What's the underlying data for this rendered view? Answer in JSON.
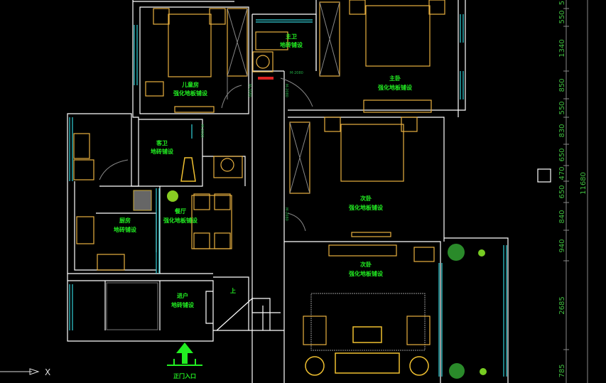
{
  "rooms": {
    "kids_room": {
      "name": "儿童房",
      "floor": "强化地板铺设"
    },
    "master_bath": {
      "name": "主卫",
      "floor": "地砖铺设"
    },
    "master_bedroom": {
      "name": "主卧",
      "floor": "强化地板铺设"
    },
    "guest_bath": {
      "name": "客卫",
      "floor": "地砖铺设"
    },
    "kitchen": {
      "name": "厨房",
      "floor": "地砖铺设"
    },
    "dining": {
      "name": "餐厅",
      "floor": "强化地板铺设"
    },
    "second_bedroom": {
      "name": "次卧",
      "floor": "强化地板铺设"
    },
    "living_room": {
      "name": "次卧",
      "floor": "强化地板铺设"
    },
    "entry": {
      "name": "进户",
      "floor": "地砖铺设"
    }
  },
  "doors": [
    "M-2080",
    "M-2080",
    "M-2080",
    "M-2080",
    "M-2080"
  ],
  "stairs_label": "上",
  "entrance_label": "正门入口",
  "dimensions": {
    "segments": [
      "5",
      "550",
      "1340",
      "850",
      "550",
      "830",
      "650",
      "470",
      "650",
      "840",
      "940",
      "2685",
      "785"
    ],
    "total": "11680"
  },
  "ucs": {
    "axis_label": "X"
  },
  "colors": {
    "wall": "#ffffff",
    "furniture": "#e8b040",
    "window": "#33d0d8",
    "text": "#22ee22",
    "background": "#000000"
  }
}
